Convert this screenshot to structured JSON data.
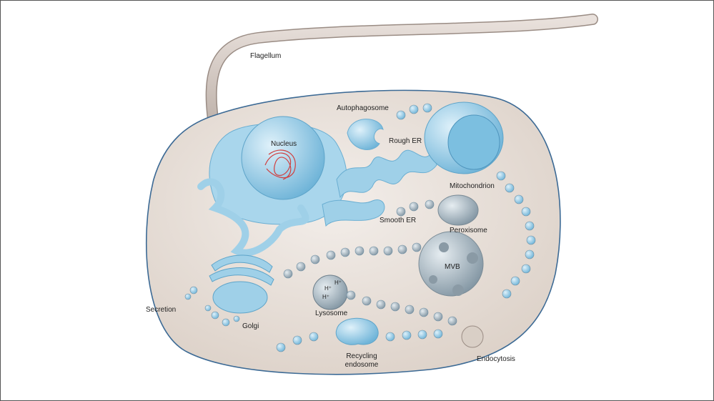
{
  "labels": {
    "flagellum": "Flagellum",
    "autophagosome": "Autophagosome",
    "nucleus": "Nucleus",
    "rough_er": "Rough ER",
    "mitochondrion": "Mitochondrion",
    "smooth_er": "Smooth ER",
    "peroxisome": "Peroxisome",
    "mvb": "MVB",
    "lysosome": "Lysosome",
    "lysosome_ion": "H⁺",
    "secretion": "Secretion",
    "golgi": "Golgi",
    "recycling_endosome": "Recycling endosome",
    "endocytosis": "Endocytosis"
  },
  "colors": {
    "cytoplasm": "#ece4de",
    "membrane": "#3c6a95",
    "organelle_blue": "#9fd0e8",
    "vesicle_grey": "#a9b8c2",
    "chromatin_red": "#d04040"
  }
}
